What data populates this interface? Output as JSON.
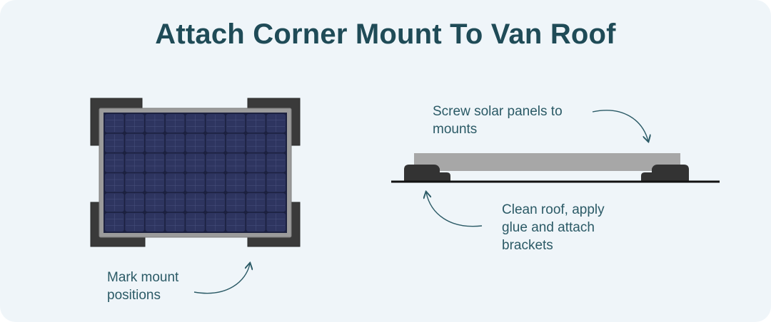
{
  "title": "Attach Corner Mount To Van Roof",
  "labels": {
    "mark_mount": [
      "Mark mount",
      "positions"
    ],
    "screw_panels": [
      "Screw solar panels to",
      "mounts"
    ],
    "clean_roof": [
      "Clean roof, apply",
      "glue and attach",
      "brackets"
    ]
  },
  "colors": {
    "background": "#eff5f9",
    "title": "#1f4b57",
    "text": "#2b5a66",
    "panel_cells": "#2e3560",
    "panel_frame": "#9b9b9b",
    "mount": "#3a3a3a",
    "roof_line": "#111111"
  },
  "panel_grid": {
    "columns": 9,
    "rows": 6
  }
}
